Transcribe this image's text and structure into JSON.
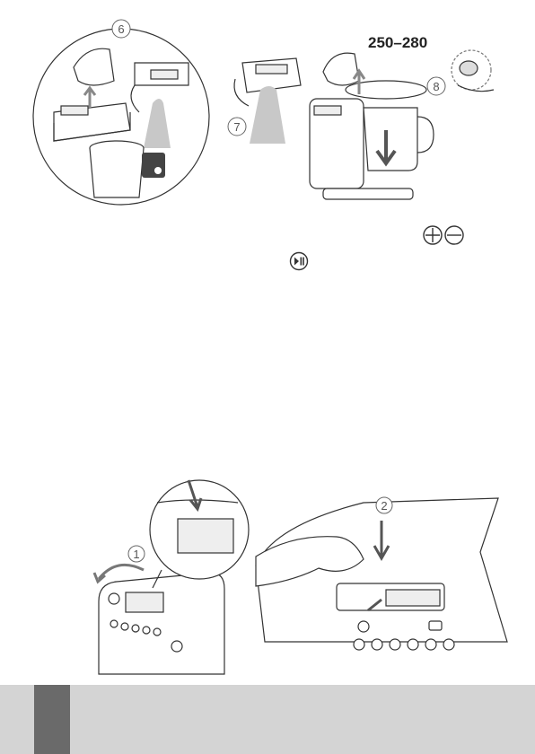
{
  "figure_top": {
    "step6": "6",
    "step7": "7",
    "step8": "8",
    "water_volume_label": "250–280"
  },
  "icons_row": {
    "plus_minus": [
      "plus-icon",
      "minus-icon"
    ],
    "play_pause": "play-pause-icon"
  },
  "figure_bottom": {
    "step1": "1",
    "step2": "2"
  },
  "colors": {
    "footer_band": "#d4d4d4",
    "footer_tab": "#6a6a6a",
    "line_art": "#333333",
    "steam": "#c8c8c8"
  }
}
